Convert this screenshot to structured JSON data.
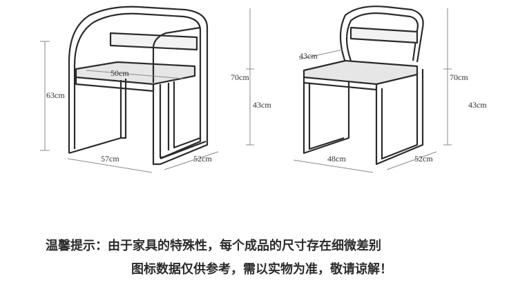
{
  "diagram": {
    "left_chair": {
      "seat_width": "50cm",
      "total_height": "63cm",
      "back_height": "70cm",
      "seat_height": "43cm",
      "width": "57cm",
      "depth": "52cm"
    },
    "right_chair": {
      "seat_depth": "43cm",
      "back_height": "70cm",
      "seat_height": "43cm",
      "width": "48cm",
      "depth": "52cm"
    },
    "colors": {
      "line": "#2a2a2a",
      "seat_fill": "#e6e6e6",
      "dim_line": "#8a8a8a"
    }
  },
  "notice": {
    "line1": "温馨提示：由于家具的特殊性，每个成品的尺寸存在细微差别",
    "line2": "图标数据仅供参考，需以实物为准，敬请谅解！"
  }
}
